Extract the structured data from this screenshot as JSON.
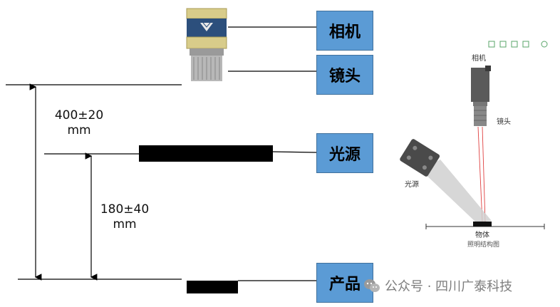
{
  "labels": {
    "camera": "相机",
    "lens": "镜头",
    "light": "光源",
    "product": "产品"
  },
  "dimensions": {
    "outer_value": "400±20",
    "outer_unit": "mm",
    "inner_value": "180±40",
    "inner_unit": "mm"
  },
  "inset": {
    "camera": "相机",
    "lens": "镜头",
    "light": "光源",
    "object": "物体",
    "caption": "照明结构图"
  },
  "watermark": {
    "text": "公众号 · 四川广泰科技"
  },
  "colors": {
    "label_box": "#5b9bd5",
    "laser": "#e04040"
  }
}
